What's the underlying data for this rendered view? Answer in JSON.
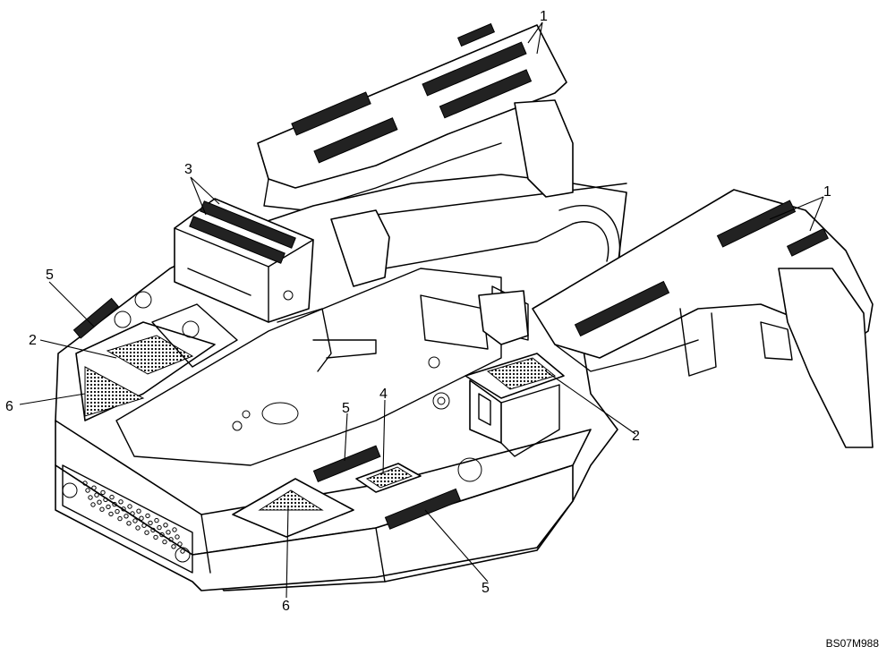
{
  "drawing": {
    "callouts": {
      "c1a": "1",
      "c1b": "1",
      "c2a": "2",
      "c2b": "2",
      "c3": "3",
      "c4": "4",
      "c5a": "5",
      "c5b": "5",
      "c5c": "5",
      "c6a": "6",
      "c6b": "6"
    },
    "drawing_code": "BS07M988"
  }
}
